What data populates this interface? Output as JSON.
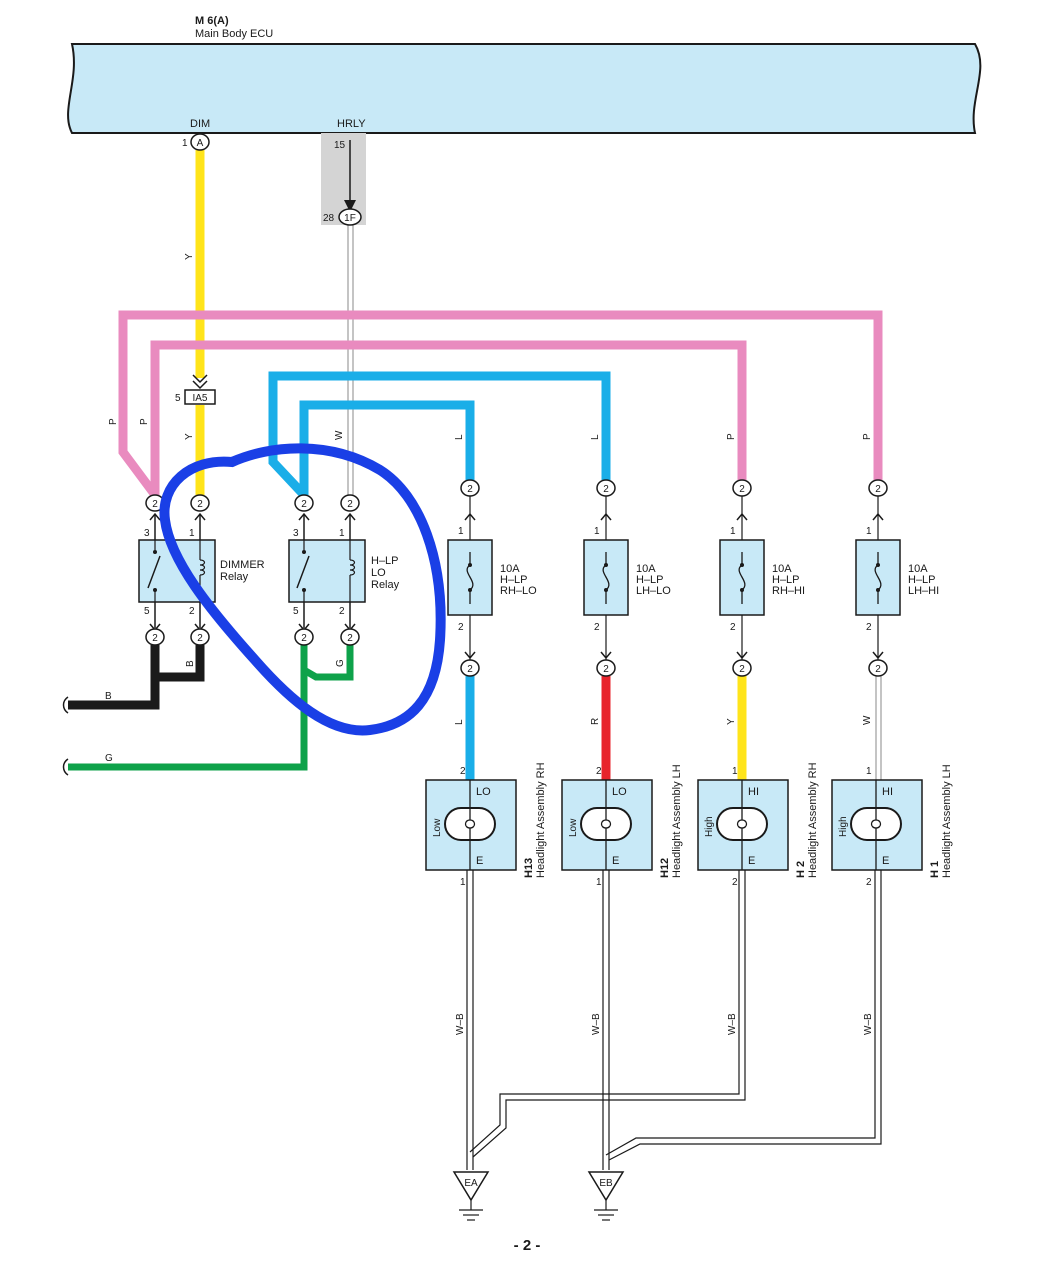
{
  "ecu": {
    "code": "M 6(A)",
    "name": "Main Body ECU",
    "dim_label": "DIM",
    "hrly_label": "HRLY"
  },
  "ecu_pins": {
    "dim_pin": "1",
    "dim_conn": "A",
    "hrly_pin": "15",
    "hrly_pin2": "28",
    "hrly_conn": "1F"
  },
  "ia5": {
    "pin": "5",
    "name": "IA5"
  },
  "wire_colors": {
    "Y": "#ffe41a",
    "P": "#e98bbf",
    "L": "#1aaee8",
    "W": "#ffffff",
    "B": "#1a1a1a",
    "G": "#0ea24a",
    "R": "#e8242c",
    "WB": "#ffffff"
  },
  "wire_labels": {
    "y1": "Y",
    "y2": "Y",
    "w1": "W",
    "p1": "P",
    "p2": "P",
    "p3": "P",
    "p4": "P",
    "l1": "L",
    "l2": "L",
    "l3": "L",
    "r1": "R",
    "y3": "Y",
    "w2": "W",
    "b1": "B",
    "b2": "B",
    "g1": "G",
    "g2": "G",
    "wb1": "W–B",
    "wb2": "W–B",
    "wb3": "W–B",
    "wb4": "W–B"
  },
  "connector_label": "2",
  "dimmer_relay": {
    "line1": "DIMMER",
    "line2": "Relay",
    "pin3": "3",
    "pin1": "1",
    "pin5": "5",
    "pin2": "2"
  },
  "hlp_relay": {
    "line1": "H–LP",
    "line2": "LO",
    "line3": "Relay",
    "pin3": "3",
    "pin1": "1",
    "pin5": "5",
    "pin2": "2"
  },
  "fuses": [
    {
      "amp": "10A",
      "name": "H–LP",
      "circuit": "RH–LO",
      "pin_top": "1",
      "pin_bottom": "2"
    },
    {
      "amp": "10A",
      "name": "H–LP",
      "circuit": "LH–LO",
      "pin_top": "1",
      "pin_bottom": "2"
    },
    {
      "amp": "10A",
      "name": "H–LP",
      "circuit": "RH–HI",
      "pin_top": "1",
      "pin_bottom": "2"
    },
    {
      "amp": "10A",
      "name": "H–LP",
      "circuit": "LH–HI",
      "pin_top": "1",
      "pin_bottom": "2"
    }
  ],
  "headlights": [
    {
      "code": "H13",
      "name": "Headlight Assembly RH",
      "beam": "LO",
      "side": "Low",
      "ground": "E",
      "pin_in": "2",
      "pin_out": "1"
    },
    {
      "code": "H12",
      "name": "Headlight Assembly LH",
      "beam": "LO",
      "side": "Low",
      "ground": "E",
      "pin_in": "2",
      "pin_out": "1"
    },
    {
      "code": "H 2",
      "name": "Headlight Assembly RH",
      "beam": "HI",
      "side": "High",
      "ground": "E",
      "pin_in": "1",
      "pin_out": "2"
    },
    {
      "code": "H 1",
      "name": "Headlight Assembly LH",
      "beam": "HI",
      "side": "High",
      "ground": "E",
      "pin_in": "1",
      "pin_out": "2"
    }
  ],
  "grounds": [
    {
      "label": "EA"
    },
    {
      "label": "EB"
    }
  ],
  "page_number": "- 2 -"
}
